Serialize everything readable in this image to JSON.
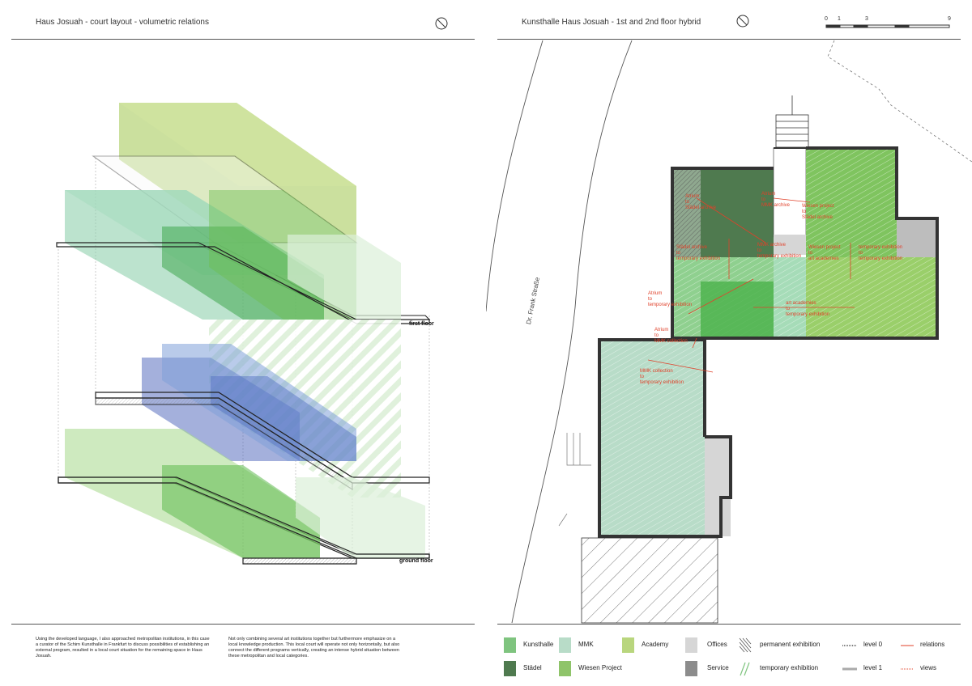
{
  "left": {
    "title": "Haus Josuah - court layout - volumetric relations",
    "north": "N",
    "first_floor_label": "first floor",
    "ground_floor_label": "ground floor",
    "text1": "Using the developed language, I also approached metropolitan institutions, in this case a curator of the Schirn Kunsthalle in Frankfurt to discuss possibilities of establishing an external program, resulted in a local court situation for the remaining space in Haus Josuah.",
    "text2": "Not only combining several art institutions together but furthermore emphasize on a local knowledge production. This local court will operate not only horizontally, but also connect the different programs vertically, creating an intense hybrid situation between these metropolitan and local categories."
  },
  "right": {
    "title": "Kunsthalle Haus Josuah - 1st and 2nd floor hybrid",
    "north": "N",
    "street": "Dr. Frank Straße",
    "scale": [
      "0",
      "1",
      "3",
      "9"
    ],
    "relations": [
      "Atrium\nto\nStädel archive",
      "Atrium\nto\nMMK archive",
      "Wiesen project\nto\nStädel archive",
      "Städel archive\nto\ntemporary exhibition",
      "MMK archive\nto\ntemporary exhibition",
      "Wiesen project\nto\nart academies",
      "temporary exhibition\nto\ntemporary exhibition",
      "Atrium\nto\ntemporary exhibition",
      "art academies\nto\ntemporary exhibition",
      "Atrium\nto\nMMK collection",
      "MMK collection\nto\ntemporary exhibition"
    ]
  },
  "legend": {
    "items": [
      {
        "label": "Kunsthalle",
        "color": "#7fc47f"
      },
      {
        "label": "MMK",
        "color": "#b8dcc8"
      },
      {
        "label": "Academy",
        "color": "#b9d67e"
      },
      {
        "label": "Offices",
        "color": "#d6d6d6"
      },
      {
        "label": "permanent exhibition",
        "color": "#777777"
      },
      {
        "label": "level 0",
        "color": "#555555"
      },
      {
        "label": "relations",
        "color": "#e0412a"
      },
      {
        "label": "Städel",
        "color": "#4f7a4f"
      },
      {
        "label": "Wiesen Project",
        "color": "#8fc46a"
      },
      {
        "label": "Service",
        "color": "#8c8c8c"
      },
      {
        "label": "temporary exhibition",
        "color": "#7fc47f"
      },
      {
        "label": "level 1",
        "color": "#aaaaaa"
      },
      {
        "label": "views",
        "color": "#e0412a"
      }
    ]
  }
}
